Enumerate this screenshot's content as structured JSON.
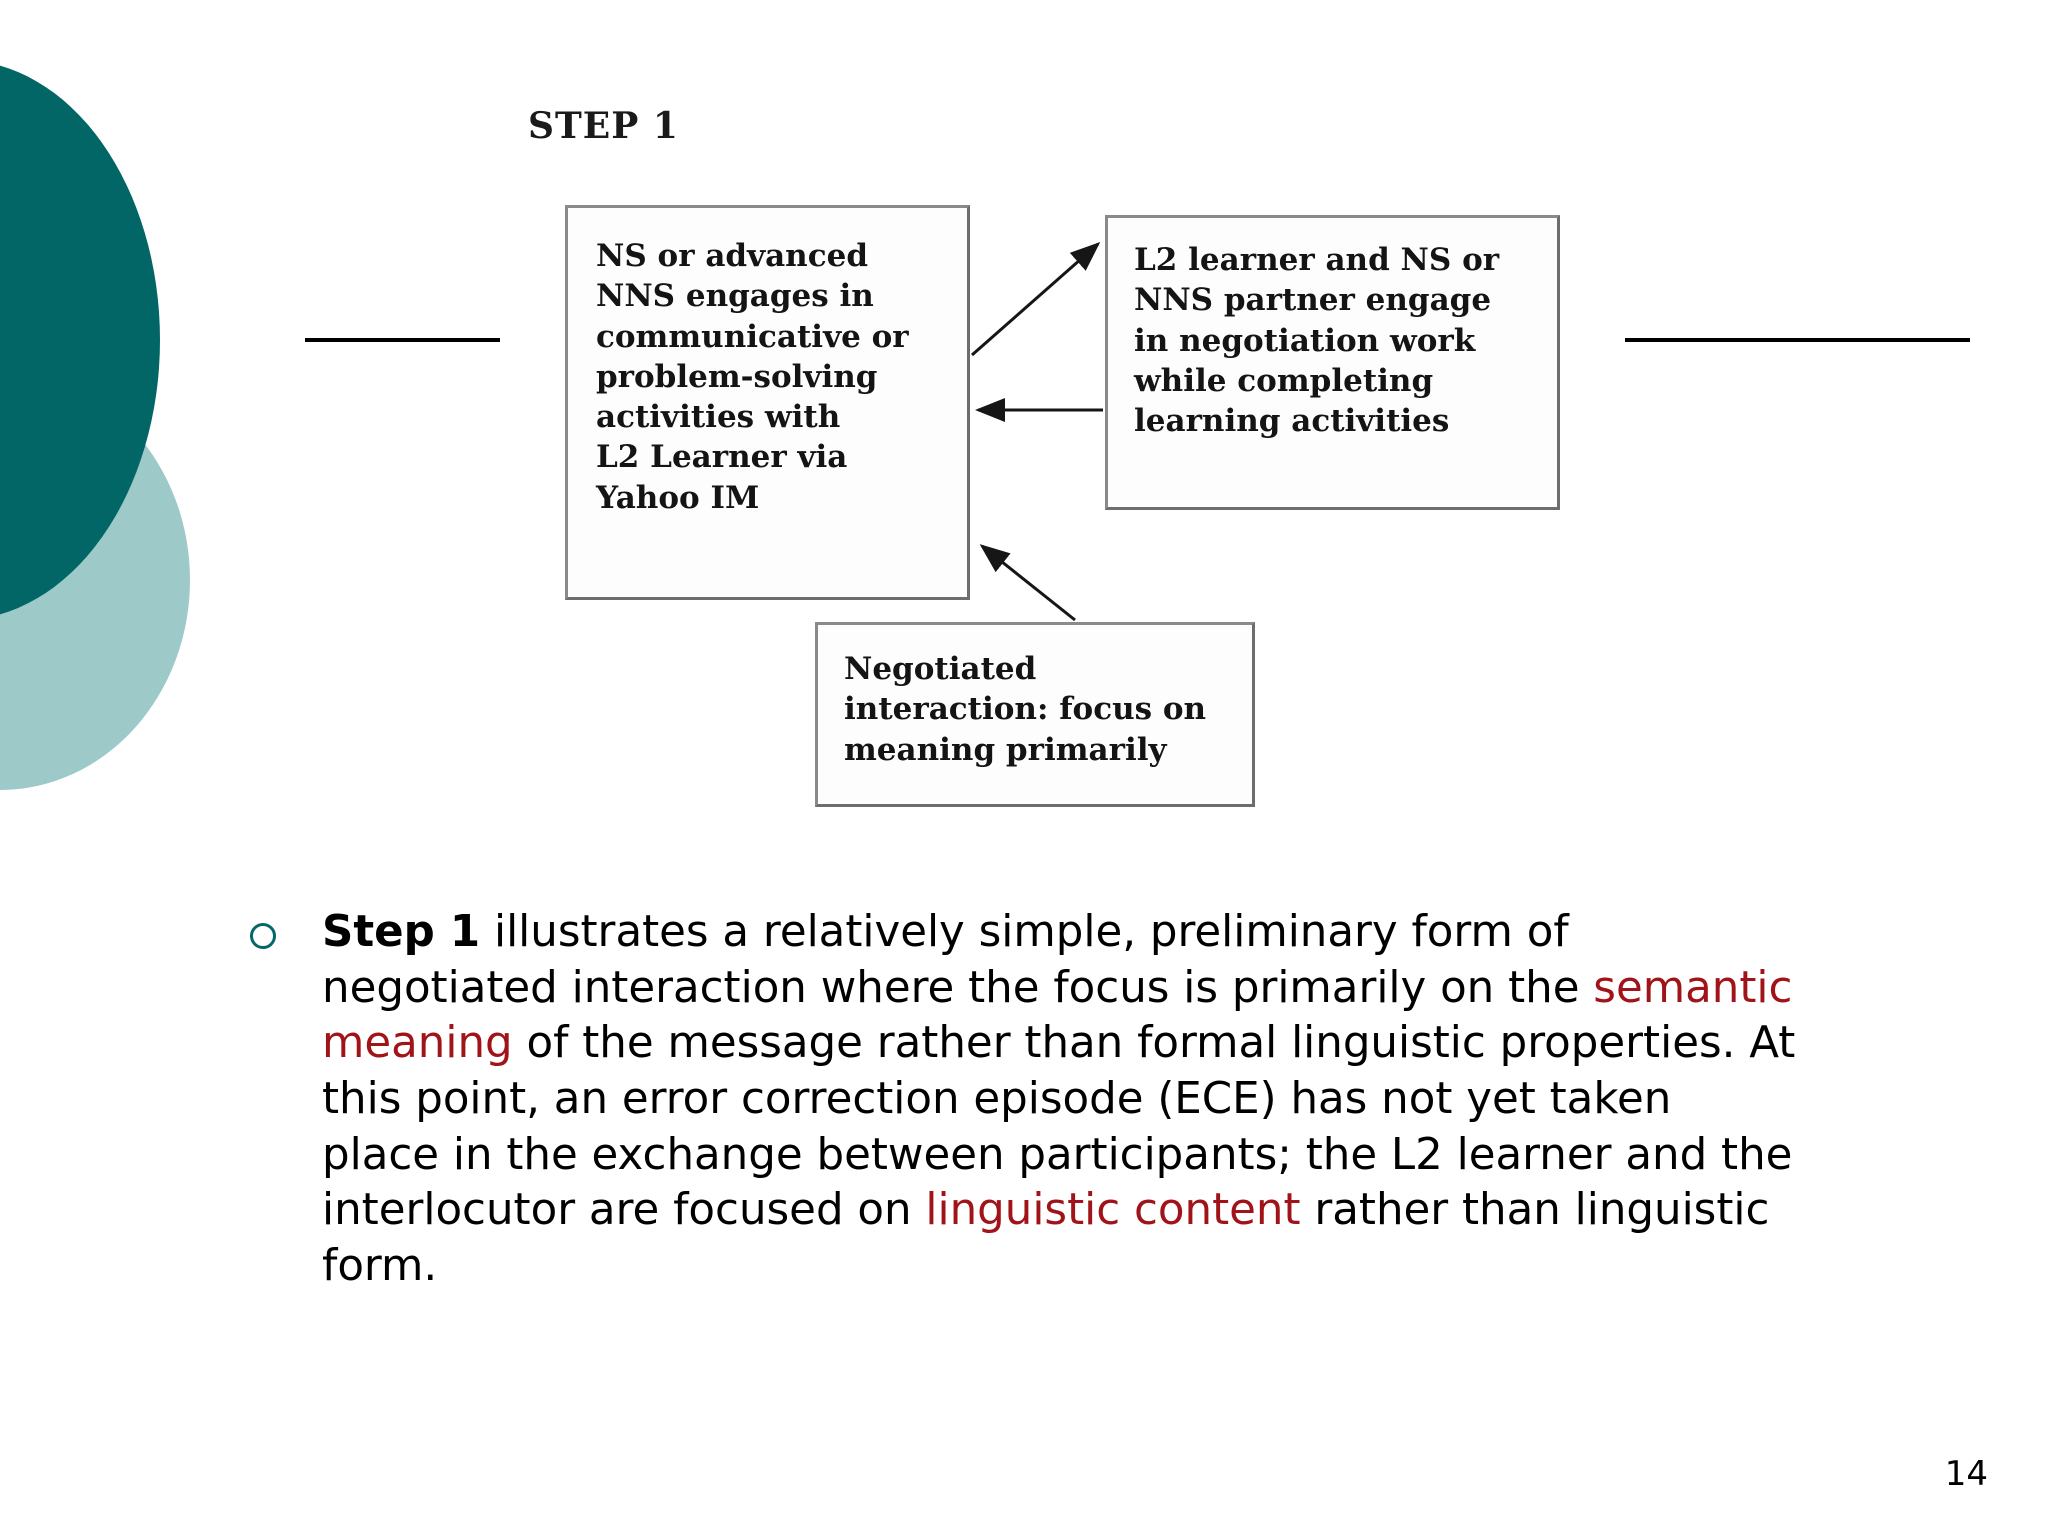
{
  "slide": {
    "page_number": "14",
    "diagram_title": "STEP 1"
  },
  "theme": {
    "deco_circle_dark": "#026667",
    "deco_circle_light": "#9dc9c9",
    "bullet_marker": "#06676a",
    "highlight_red": "#a01419",
    "rule_color": "#000000",
    "box_border": "#6d6d6d",
    "text_color": "#000000"
  },
  "diagram": {
    "title": "STEP 1",
    "boxes": [
      {
        "id": "box-left",
        "text": "NS or advanced\nNNS engages in\ncommunicative or\nproblem-solving\nactivities with\nL2 Learner via\nYahoo IM"
      },
      {
        "id": "box-right",
        "text": "L2 learner and NS or\nNNS partner engage\nin negotiation work\nwhile completing\nlearning activities"
      },
      {
        "id": "box-bottom",
        "text": "Negotiated\ninteraction: focus on\nmeaning primarily"
      }
    ],
    "arrows": [
      {
        "id": "arrow-left-to-right",
        "from": "box-left",
        "to": "box-right",
        "direction": "up-right"
      },
      {
        "id": "arrow-right-to-left",
        "from": "box-right",
        "to": "box-left",
        "direction": "left"
      },
      {
        "id": "arrow-bottom-to-left",
        "from": "box-bottom",
        "to": "box-left",
        "direction": "up-left"
      }
    ]
  },
  "body": {
    "bullet_icon": "hollow-circle-bullet",
    "segments": [
      {
        "type": "bold",
        "text": "Step 1"
      },
      {
        "type": "plain",
        "text": " illustrates a relatively simple, preliminary form of negotiated interaction where the focus is primarily on the "
      },
      {
        "type": "highlight",
        "text": "semantic meaning"
      },
      {
        "type": "plain",
        "text": " of the message rather than formal linguistic properties. At this point, an error correction episode (ECE) has not yet taken place in the exchange between participants; the L2 learner and the interlocutor are focused on "
      },
      {
        "type": "highlight",
        "text": "linguistic content"
      },
      {
        "type": "plain",
        "text": " rather than linguistic form."
      }
    ]
  }
}
